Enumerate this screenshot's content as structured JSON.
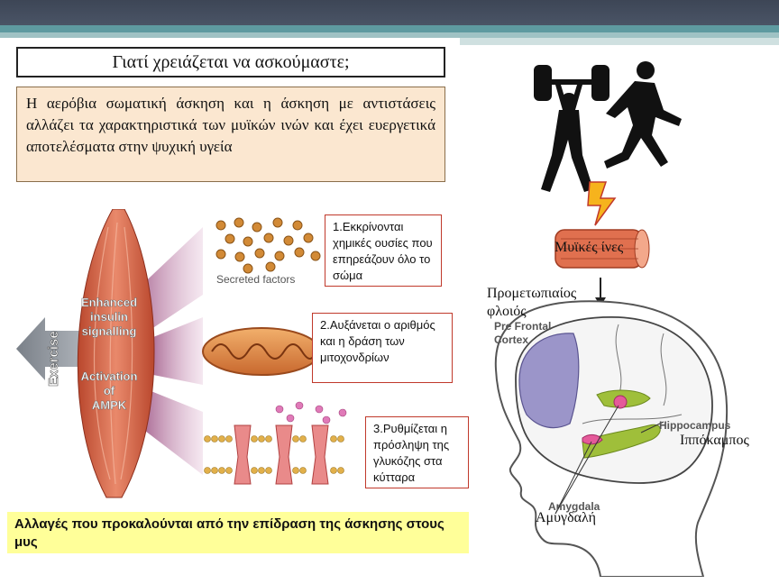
{
  "title": "Γιατί χρειάζεται να ασκούμαστε;",
  "intro": "Η αερόβια σωματική άσκηση και η άσκηση με αντιστάσεις αλλάζει τα χαρακτηριστικά των μυϊκών ινών και έχει ευεργετικά αποτελέσματα στην ψυχική υγεία",
  "diagram": {
    "exercise_label": "Exercise",
    "effect1": [
      "Enhanced",
      "insulin",
      "signalling"
    ],
    "effect2": [
      "Activation",
      "of",
      "AMPK"
    ],
    "secreted_label": "Secreted factors"
  },
  "notes": {
    "note1": "1.Εκκρίνονται χημικές ουσίες που επηρεάζουν όλο το σώμα",
    "note2": "2.Αυξάνεται ο αριθμός και η δράση των μιτοχονδρίων",
    "note3": "3.Ρυθμίζεται η πρόσληψη της γλυκόζης στα κύτταρα"
  },
  "footer": "Αλλαγές που προκαλούνται από την επίδραση της άσκησης στους μυς",
  "right": {
    "muscle_fibers": "Μυϊκές ίνες",
    "prefrontal_gr": "Προμετωπιαίος φλοιός",
    "prefrontal_en": [
      "Pre Frontal",
      "Cortex"
    ],
    "hippocampus_en": "Hippocampus",
    "hippocampus_gr": "Ιππόκαμπος",
    "amygdala_en": "Amygdala",
    "amygdala_gr": "Αμυγδαλή"
  }
}
